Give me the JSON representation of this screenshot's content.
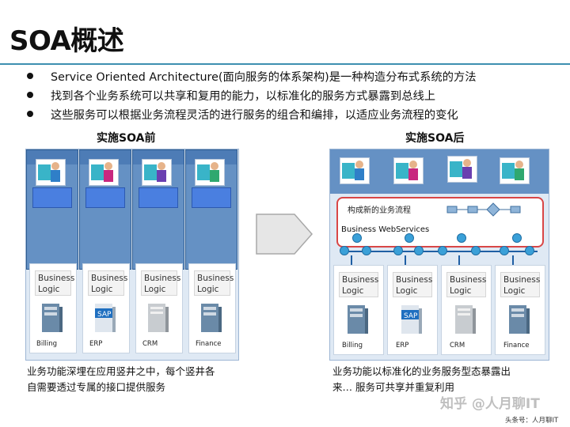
{
  "title": "SOA概述",
  "bullets": [
    "Service Oriented Architecture(面向服务的体系架构)是一种构造分布式系统的方法",
    "找到各个业务系统可以共享和复用的能力，以标准化的服务方式暴露到总线上",
    "这些服务可以根据业务流程灵活的进行服务的组合和编排，以适应业务流程的变化"
  ],
  "before": {
    "heading": "实施SOA前",
    "systems": [
      {
        "logic": "Business Logic",
        "name": "Billing",
        "icon": "server-icon"
      },
      {
        "logic": "Business Logic",
        "name": "ERP",
        "icon": "sap-server-icon"
      },
      {
        "logic": "Business Logic",
        "name": "CRM",
        "icon": "server-icon"
      },
      {
        "logic": "Business Logic",
        "name": "Finance",
        "icon": "server-icon"
      }
    ],
    "caption_lines": [
      "业务功能深埋在应用竖井之中，每个竖井各",
      "自需要透过专属的接口提供服务"
    ]
  },
  "after": {
    "heading": "实施SOA后",
    "process_label": "构成新的业务流程",
    "ws_label": "Business WebServices",
    "systems": [
      {
        "logic": "Business Logic",
        "name": "Billing",
        "icon": "server-icon"
      },
      {
        "logic": "Business Logic",
        "name": "ERP",
        "icon": "sap-server-icon"
      },
      {
        "logic": "Business Logic",
        "name": "CRM",
        "icon": "server-icon"
      },
      {
        "logic": "Business Logic",
        "name": "Finance",
        "icon": "server-icon"
      }
    ],
    "caption_lines": [
      "业务功能以标准化的业务服务型态暴露出",
      "来… 服务可共享并重复利用"
    ]
  },
  "watermark": "知乎 @人月聊IT",
  "footer": "头条号：人月聊IT",
  "colors": {
    "column": "#6591c4",
    "panel": "#dfe9f4",
    "process_border": "#d94646",
    "node": "#3aa0d8"
  }
}
